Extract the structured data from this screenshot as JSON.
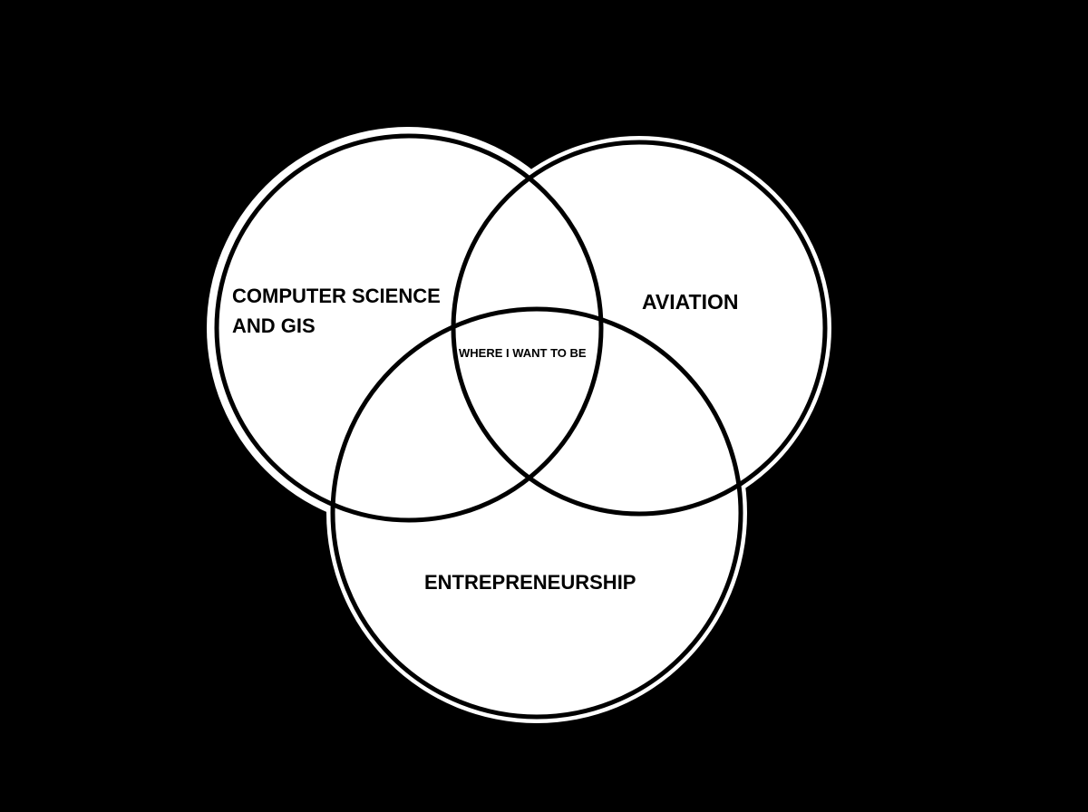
{
  "colors": {
    "background": "#000000",
    "circle_fill": "#ffffff",
    "circle_stroke": "#000000",
    "text": "#000000"
  },
  "circles": [
    {
      "id": "computer-science",
      "label": "COMPUTER SCIENCE\nAND GIS"
    },
    {
      "id": "aviation",
      "label": "AVIATION"
    },
    {
      "id": "entrepreneurship",
      "label": "ENTREPRENEURSHIP"
    }
  ],
  "center_label": "WHERE I WANT TO BE"
}
